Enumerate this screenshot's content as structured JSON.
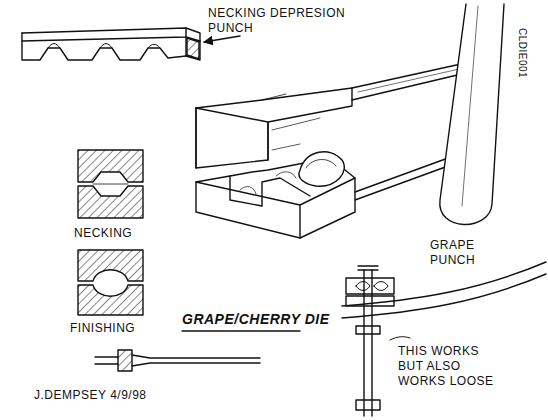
{
  "diagram": {
    "title": "GRAPE/CHERRY DIE",
    "labels": [
      "NECKING DEPRESION PUNCH",
      "NECKING",
      "FINISHING",
      "GRAPE PUNCH",
      "THIS WORKS BUT ALSO WORKS LOOSE",
      "J.DEMPSEY 4/9/98",
      "CLDIE001"
    ]
  }
}
